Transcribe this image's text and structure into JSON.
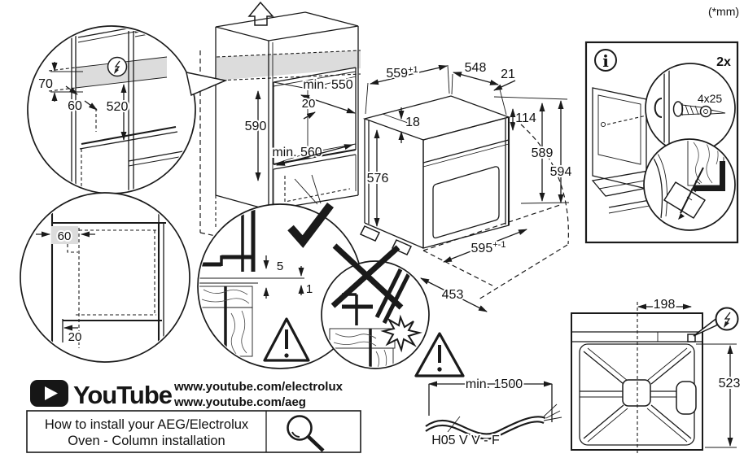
{
  "note": {
    "units": "(*mm)"
  },
  "colors": {
    "ink": "#1a1a1a",
    "highlight": "#dcdcdc"
  },
  "detail_top_left": {
    "d70": "70",
    "d60": "60",
    "d520": "520"
  },
  "detail_bottom_left": {
    "d60": "60",
    "d20": "20"
  },
  "cabinet": {
    "min550": "min. 550",
    "d20": "20",
    "d590": "590",
    "min560": "min. 560"
  },
  "gap_detail": {
    "d5": "5",
    "d1": "1"
  },
  "oven": {
    "d559": "559",
    "d559sup": "+1",
    "d548": "548",
    "d21": "21",
    "d18": "18",
    "d114": "114",
    "d576": "576",
    "d589": "589",
    "d594": "594",
    "d595": "595",
    "d595sup": "+-1",
    "d453": "453"
  },
  "info_box": {
    "symbol": "i",
    "qty": "2x",
    "screw": "4x25"
  },
  "back_view": {
    "d198": "198",
    "d523": "523"
  },
  "cable": {
    "min1500": "min. 1500",
    "type": "H05 V V - F"
  },
  "youtube": {
    "brand": "YouTube",
    "url1": "www.youtube.com/electrolux",
    "url2": "www.youtube.com/aeg",
    "cap1": "How to install your AEG/Electrolux",
    "cap2": "Oven - Column installation"
  }
}
